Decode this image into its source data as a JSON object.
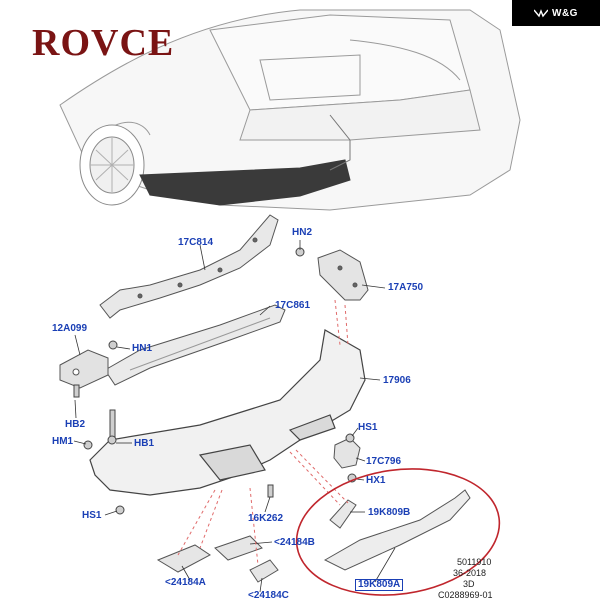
{
  "brand_logo": "ROVCE",
  "badge": {
    "text": "W&G",
    "icon": "wing-icon"
  },
  "parts": {
    "p17C814": "17C814",
    "pHN2": "HN2",
    "p17A750": "17A750",
    "p17C861": "17C861",
    "p12A099": "12A099",
    "pHN1": "HN1",
    "p17906": "17906",
    "pHB2": "HB2",
    "pHM1": "HM1",
    "pHB1": "HB1",
    "pHS1a": "HS1",
    "p17C796": "17C796",
    "pHX1": "HX1",
    "pHS1b": "HS1",
    "p16K262": "16K262",
    "p19K809B": "19K809B",
    "p24184B": "<24184B",
    "p24184A": "<24184A",
    "p24184C": "<24184C",
    "p19K809A": "19K809A"
  },
  "footer": {
    "line1": "5011910",
    "line2": "36-2018",
    "line3": "3D",
    "line4": "C0288969-01"
  },
  "colors": {
    "label": "#1a3fb5",
    "highlight_ellipse": "#c0262d",
    "logo": "#7a1414",
    "leader": "#e06a6a"
  }
}
